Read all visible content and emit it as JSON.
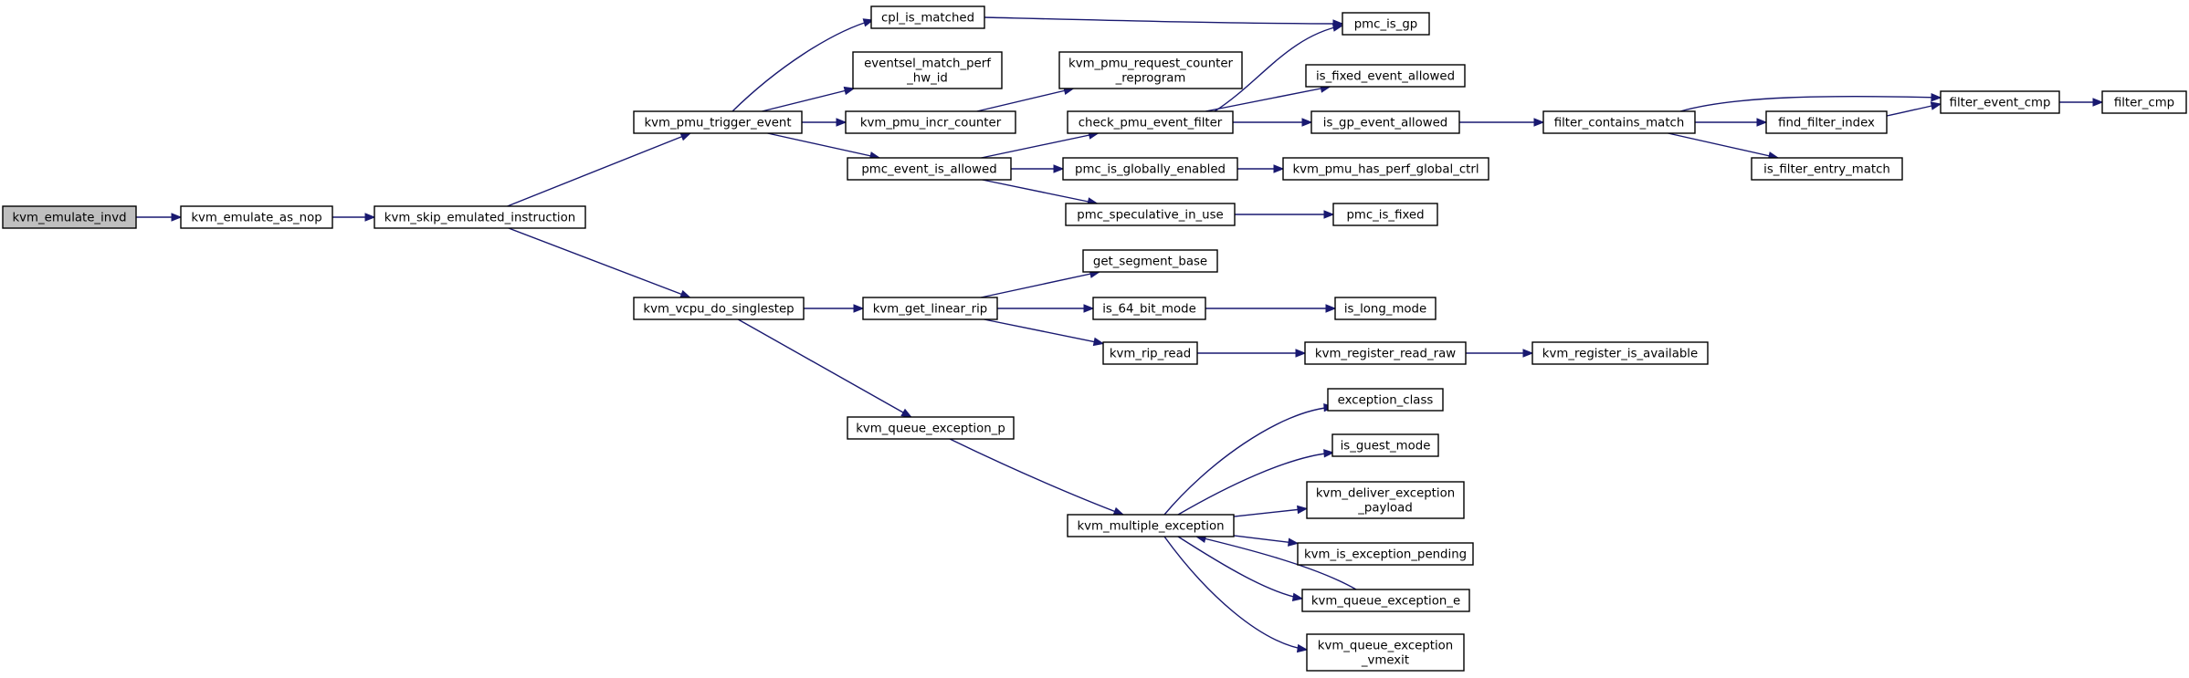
{
  "graph": {
    "colors": {
      "edge": "#191970",
      "node_fill": "#ffffff",
      "root_fill": "#bfbfbf",
      "node_border": "#000000"
    },
    "nodes": [
      {
        "id": "n_emulate_invd",
        "lines": [
          "kvm_emulate_invd"
        ],
        "root": true
      },
      {
        "id": "n_emulate_as_nop",
        "lines": [
          "kvm_emulate_as_nop"
        ]
      },
      {
        "id": "n_skip_emulated",
        "lines": [
          "kvm_skip_emulated_instruction"
        ]
      },
      {
        "id": "n_pmu_trigger",
        "lines": [
          "kvm_pmu_trigger_event"
        ]
      },
      {
        "id": "n_vcpu_singlestep",
        "lines": [
          "kvm_vcpu_do_singlestep"
        ]
      },
      {
        "id": "n_cpl_is_matched",
        "lines": [
          "cpl_is_matched"
        ]
      },
      {
        "id": "n_eventsel_match",
        "lines": [
          "eventsel_match_perf",
          "_hw_id"
        ]
      },
      {
        "id": "n_pmu_incr_counter",
        "lines": [
          "kvm_pmu_incr_counter"
        ]
      },
      {
        "id": "n_pmc_event_allowed",
        "lines": [
          "pmc_event_is_allowed"
        ]
      },
      {
        "id": "n_get_linear_rip",
        "lines": [
          "kvm_get_linear_rip"
        ]
      },
      {
        "id": "n_queue_exception_p",
        "lines": [
          "kvm_queue_exception_p"
        ]
      },
      {
        "id": "n_pmc_is_gp",
        "lines": [
          "pmc_is_gp"
        ]
      },
      {
        "id": "n_request_reprogram",
        "lines": [
          "kvm_pmu_request_counter",
          "_reprogram"
        ]
      },
      {
        "id": "n_check_event_filter",
        "lines": [
          "check_pmu_event_filter"
        ]
      },
      {
        "id": "n_globally_enabled",
        "lines": [
          "pmc_is_globally_enabled"
        ]
      },
      {
        "id": "n_speculative_in_use",
        "lines": [
          "pmc_speculative_in_use"
        ]
      },
      {
        "id": "n_get_segment_base",
        "lines": [
          "get_segment_base"
        ]
      },
      {
        "id": "n_is_64_bit_mode",
        "lines": [
          "is_64_bit_mode"
        ]
      },
      {
        "id": "n_rip_read",
        "lines": [
          "kvm_rip_read"
        ]
      },
      {
        "id": "n_multiple_exception",
        "lines": [
          "kvm_multiple_exception"
        ]
      },
      {
        "id": "n_fixed_event_allowed",
        "lines": [
          "is_fixed_event_allowed"
        ]
      },
      {
        "id": "n_gp_event_allowed",
        "lines": [
          "is_gp_event_allowed"
        ]
      },
      {
        "id": "n_has_perf_global_ctrl",
        "lines": [
          "kvm_pmu_has_perf_global_ctrl"
        ]
      },
      {
        "id": "n_pmc_is_fixed",
        "lines": [
          "pmc_is_fixed"
        ]
      },
      {
        "id": "n_is_long_mode",
        "lines": [
          "is_long_mode"
        ]
      },
      {
        "id": "n_register_read_raw",
        "lines": [
          "kvm_register_read_raw"
        ]
      },
      {
        "id": "n_exception_class",
        "lines": [
          "exception_class"
        ]
      },
      {
        "id": "n_is_guest_mode",
        "lines": [
          "is_guest_mode"
        ]
      },
      {
        "id": "n_deliver_payload",
        "lines": [
          "kvm_deliver_exception",
          "_payload"
        ]
      },
      {
        "id": "n_exception_pending",
        "lines": [
          "kvm_is_exception_pending"
        ]
      },
      {
        "id": "n_queue_exception_e",
        "lines": [
          "kvm_queue_exception_e"
        ]
      },
      {
        "id": "n_queue_exception_vmexit",
        "lines": [
          "kvm_queue_exception",
          "_vmexit"
        ]
      },
      {
        "id": "n_filter_contains_match",
        "lines": [
          "filter_contains_match"
        ]
      },
      {
        "id": "n_register_is_available",
        "lines": [
          "kvm_register_is_available"
        ]
      },
      {
        "id": "n_find_filter_index",
        "lines": [
          "find_filter_index"
        ]
      },
      {
        "id": "n_filter_entry_match",
        "lines": [
          "is_filter_entry_match"
        ]
      },
      {
        "id": "n_filter_event_cmp",
        "lines": [
          "filter_event_cmp"
        ]
      },
      {
        "id": "n_filter_cmp",
        "lines": [
          "filter_cmp"
        ]
      }
    ],
    "edges": [
      {
        "from": "n_emulate_invd",
        "to": "n_emulate_as_nop"
      },
      {
        "from": "n_emulate_as_nop",
        "to": "n_skip_emulated"
      },
      {
        "from": "n_skip_emulated",
        "to": "n_pmu_trigger"
      },
      {
        "from": "n_skip_emulated",
        "to": "n_vcpu_singlestep"
      },
      {
        "from": "n_pmu_trigger",
        "to": "n_cpl_is_matched"
      },
      {
        "from": "n_pmu_trigger",
        "to": "n_eventsel_match"
      },
      {
        "from": "n_pmu_trigger",
        "to": "n_pmu_incr_counter"
      },
      {
        "from": "n_pmu_trigger",
        "to": "n_pmc_event_allowed"
      },
      {
        "from": "n_cpl_is_matched",
        "to": "n_pmc_is_gp"
      },
      {
        "from": "n_pmu_incr_counter",
        "to": "n_request_reprogram"
      },
      {
        "from": "n_pmc_event_allowed",
        "to": "n_check_event_filter"
      },
      {
        "from": "n_pmc_event_allowed",
        "to": "n_globally_enabled"
      },
      {
        "from": "n_pmc_event_allowed",
        "to": "n_speculative_in_use"
      },
      {
        "from": "n_check_event_filter",
        "to": "n_pmc_is_gp"
      },
      {
        "from": "n_check_event_filter",
        "to": "n_fixed_event_allowed"
      },
      {
        "from": "n_check_event_filter",
        "to": "n_gp_event_allowed"
      },
      {
        "from": "n_gp_event_allowed",
        "to": "n_filter_contains_match"
      },
      {
        "from": "n_filter_contains_match",
        "to": "n_filter_event_cmp"
      },
      {
        "from": "n_filter_contains_match",
        "to": "n_find_filter_index"
      },
      {
        "from": "n_filter_contains_match",
        "to": "n_filter_entry_match"
      },
      {
        "from": "n_find_filter_index",
        "to": "n_filter_event_cmp"
      },
      {
        "from": "n_filter_event_cmp",
        "to": "n_filter_cmp"
      },
      {
        "from": "n_globally_enabled",
        "to": "n_has_perf_global_ctrl"
      },
      {
        "from": "n_speculative_in_use",
        "to": "n_pmc_is_fixed"
      },
      {
        "from": "n_vcpu_singlestep",
        "to": "n_get_linear_rip"
      },
      {
        "from": "n_vcpu_singlestep",
        "to": "n_queue_exception_p"
      },
      {
        "from": "n_get_linear_rip",
        "to": "n_get_segment_base"
      },
      {
        "from": "n_get_linear_rip",
        "to": "n_is_64_bit_mode"
      },
      {
        "from": "n_get_linear_rip",
        "to": "n_rip_read"
      },
      {
        "from": "n_is_64_bit_mode",
        "to": "n_is_long_mode"
      },
      {
        "from": "n_rip_read",
        "to": "n_register_read_raw"
      },
      {
        "from": "n_register_read_raw",
        "to": "n_register_is_available"
      },
      {
        "from": "n_queue_exception_p",
        "to": "n_multiple_exception"
      },
      {
        "from": "n_multiple_exception",
        "to": "n_exception_class"
      },
      {
        "from": "n_multiple_exception",
        "to": "n_is_guest_mode"
      },
      {
        "from": "n_multiple_exception",
        "to": "n_deliver_payload"
      },
      {
        "from": "n_multiple_exception",
        "to": "n_exception_pending"
      },
      {
        "from": "n_multiple_exception",
        "to": "n_queue_exception_e"
      },
      {
        "from": "n_multiple_exception",
        "to": "n_queue_exception_vmexit"
      },
      {
        "from": "n_queue_exception_e",
        "to": "n_multiple_exception"
      }
    ]
  }
}
